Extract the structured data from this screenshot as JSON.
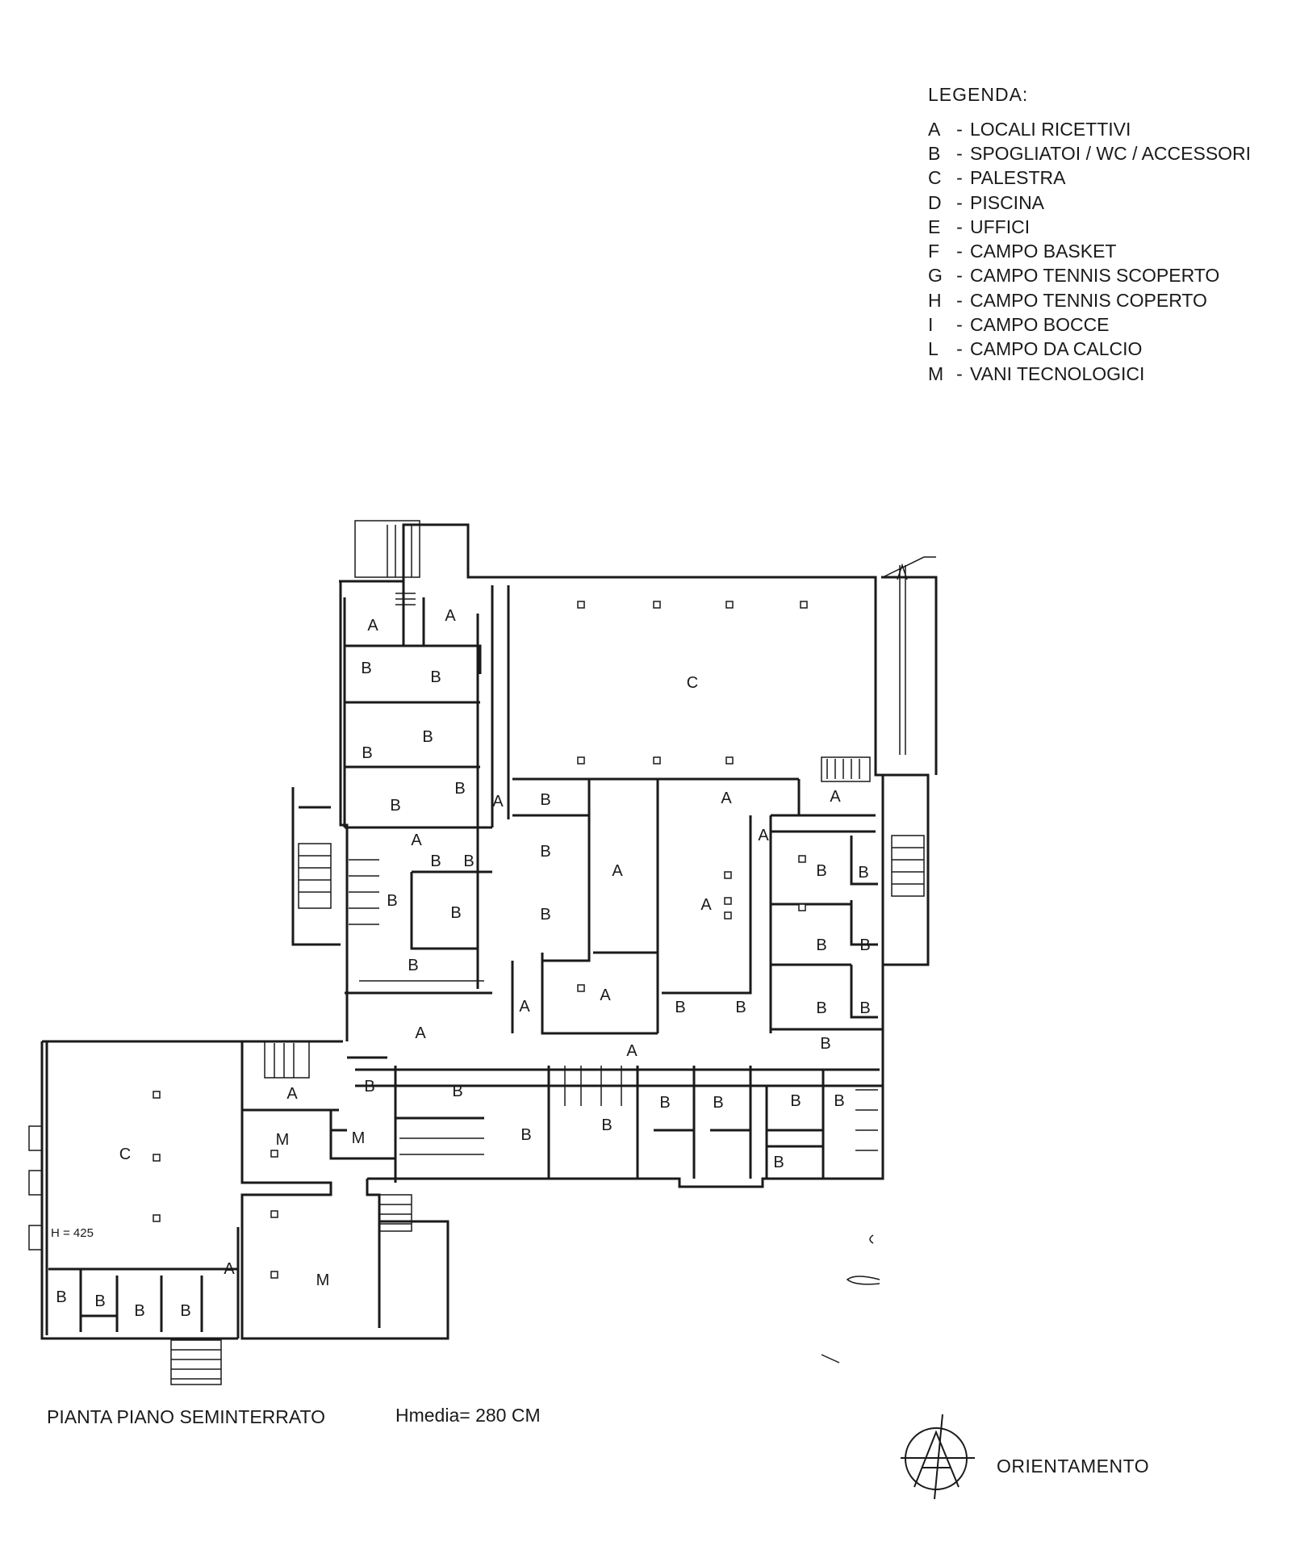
{
  "legend": {
    "title": "LEGENDA:",
    "items": [
      {
        "key": "A",
        "label": "LOCALI RICETTIVI"
      },
      {
        "key": "B",
        "label": "SPOGLIATOI / WC / ACCESSORI"
      },
      {
        "key": "C",
        "label": "PALESTRA"
      },
      {
        "key": "D",
        "label": "PISCINA"
      },
      {
        "key": "E",
        "label": "UFFICI"
      },
      {
        "key": "F",
        "label": "CAMPO BASKET"
      },
      {
        "key": "G",
        "label": "CAMPO TENNIS SCOPERTO"
      },
      {
        "key": "H",
        "label": "CAMPO TENNIS COPERTO"
      },
      {
        "key": "I",
        "label": "CAMPO BOCCE"
      },
      {
        "key": "L",
        "label": "CAMPO DA CALCIO"
      },
      {
        "key": "M",
        "label": "VANI TECNOLOGICI"
      }
    ]
  },
  "plan": {
    "title": "PIANTA PIANO SEMINTERRATO",
    "height_note": "Hmedia= 280 CM",
    "gym_height_note": "H = 425",
    "orientation_label": "ORIENTAMENTO",
    "room_labels": {
      "A": "A",
      "B": "B",
      "C": "C",
      "M": "M"
    }
  }
}
